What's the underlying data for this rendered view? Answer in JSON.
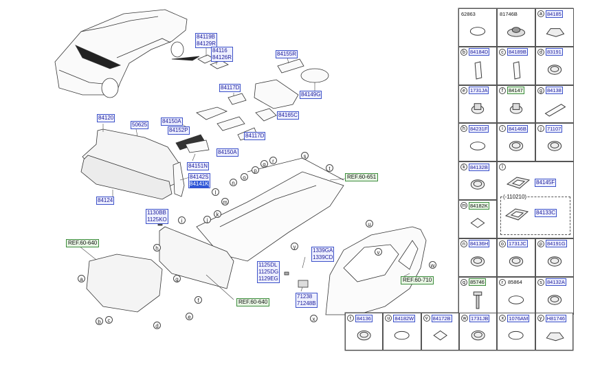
{
  "labels": {
    "l84119b": "84119B",
    "l84129r": "84129R",
    "l84116": "84116",
    "l84126r": "84126R",
    "l84155r": "84155R",
    "l84149g": "84149G",
    "l84117d_1": "84117D",
    "l84165c": "84165C",
    "l84120": "84120",
    "l50625": "50625",
    "l84150a_1": "84150A",
    "l84152p": "84152P",
    "l84117d_2": "84117D",
    "l84150a_2": "84150A",
    "l84151n": "84151N",
    "l84142s": "84142S",
    "l84141k": "84141K",
    "l84124": "84124",
    "l1130bb": "1130BB",
    "l1125ko": "1125KO",
    "l1125dl": "1125DL",
    "l1125dg": "1125DG",
    "l1129eg": "1129EG",
    "l1339ga": "1339GA",
    "l1339cd": "1339CD",
    "l71238": "71238",
    "l71248b": "71248B"
  },
  "refs": {
    "ref651": "REF.60-651",
    "ref640a": "REF.60-640",
    "ref640b": "REF.60-640",
    "ref710": "REF.60-710"
  },
  "callouts": [
    "a",
    "b",
    "c",
    "d",
    "e",
    "f",
    "g",
    "h",
    "i",
    "j",
    "k",
    "l",
    "m",
    "n",
    "o",
    "p",
    "q",
    "r",
    "s",
    "t",
    "u",
    "v",
    "w",
    "x"
  ],
  "table": {
    "rows": [
      [
        {
          "c": "",
          "p": "62863",
          "plain": true
        },
        {
          "c": "",
          "p": "81746B",
          "plain": true
        },
        {
          "c": "a",
          "p": "84185"
        }
      ],
      [
        {
          "c": "b",
          "p": "84184D"
        },
        {
          "c": "c",
          "p": "84189B"
        },
        {
          "c": "d",
          "p": "83191"
        }
      ],
      [
        {
          "c": "e",
          "p": "1731JA"
        },
        {
          "c": "f",
          "p": "84147",
          "green": true
        },
        {
          "c": "g",
          "p": "84138"
        }
      ],
      [
        {
          "c": "h",
          "p": "84231F"
        },
        {
          "c": "i",
          "p": "84146B"
        },
        {
          "c": "j",
          "p": "71107"
        }
      ],
      [
        {
          "c": "k",
          "p": "84132B"
        },
        {
          "c": "l",
          "p": ""
        }
      ],
      [
        {
          "c": "m",
          "p": "84182K",
          "green": true
        }
      ],
      [
        {
          "c": "n",
          "p": "84136H"
        },
        {
          "c": "o",
          "p": "1731JC"
        },
        {
          "c": "p",
          "p": "84191G"
        }
      ],
      [
        {
          "c": "q",
          "p": "85746",
          "green": true
        },
        {
          "c": "r",
          "p": "85864",
          "nb": true
        },
        {
          "c": "s",
          "p": "84132A"
        }
      ],
      [
        {
          "c": "t",
          "p": "84136"
        },
        {
          "c": "u",
          "p": "84182W"
        },
        {
          "c": "v",
          "p": "84172B"
        },
        {
          "c": "w",
          "p": "1731JB"
        },
        {
          "c": "x",
          "p": "1076AM"
        },
        {
          "c": "y",
          "p": "H81746"
        }
      ]
    ],
    "l_cell": {
      "part": "84145F",
      "date": "(-110210)",
      "part2": "84133C"
    }
  }
}
